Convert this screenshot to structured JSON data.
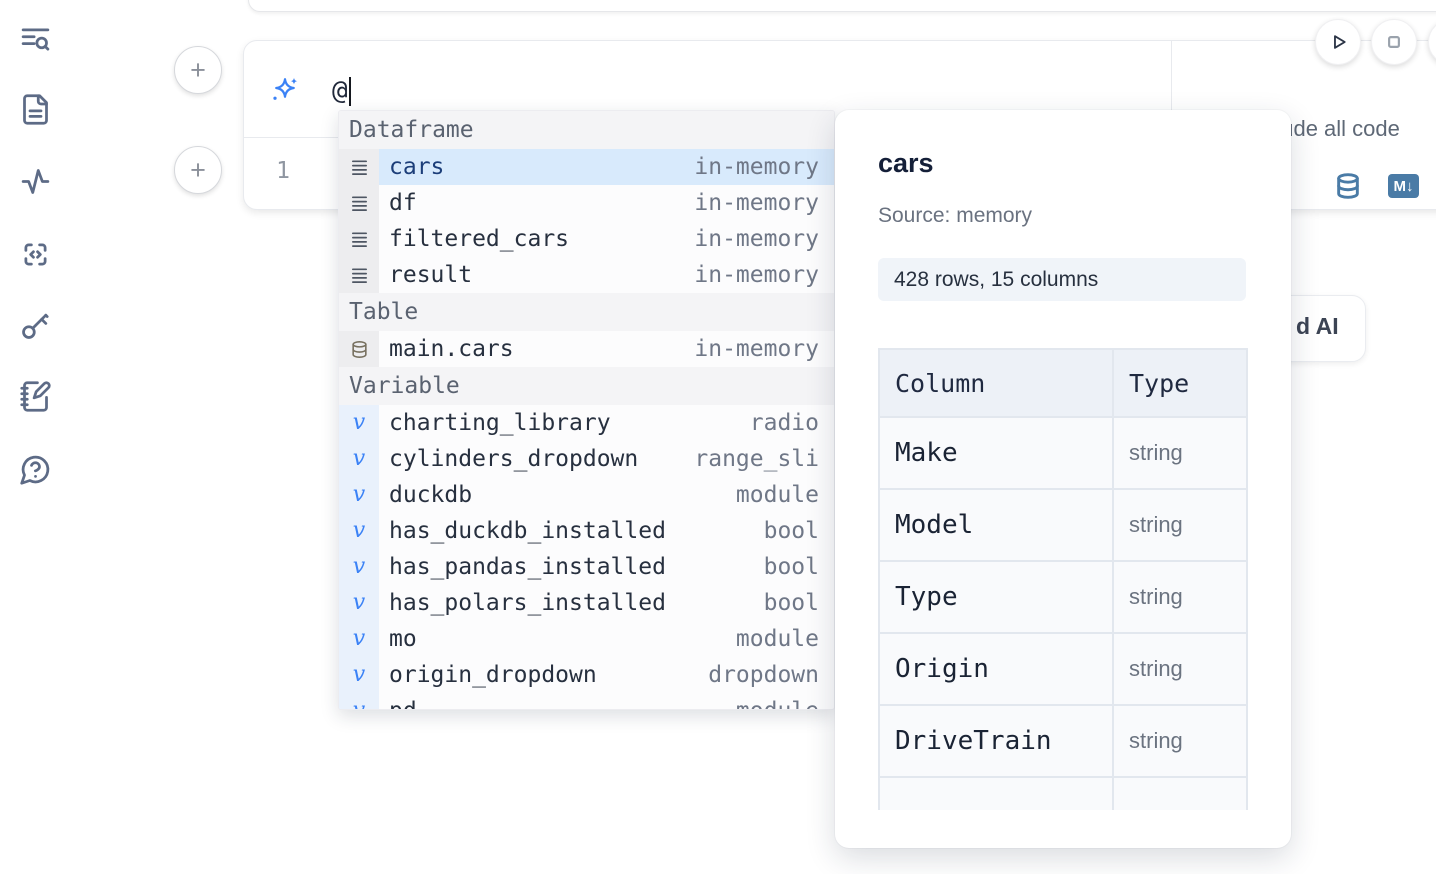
{
  "colors": {
    "accent_blue": "#3b82f6",
    "steel_blue": "#4a7ba6",
    "selection_bg": "#d8eafc"
  },
  "sidebar": {
    "icons": [
      "text-search-icon",
      "file-text-icon",
      "activity-icon",
      "code-snippet-icon",
      "key-icon",
      "notebook-pen-icon",
      "help-chat-icon"
    ]
  },
  "cell": {
    "add_button_label": "+",
    "ai_input": {
      "value": "@"
    },
    "include_all_code": {
      "label": "Include all code",
      "checked": false
    },
    "editor": {
      "line_number": "1"
    },
    "actions": {
      "markdown_badge": "M↓"
    }
  },
  "partial_ai_button": {
    "visible_text": "d AI"
  },
  "completion": {
    "sections": [
      {
        "label": "Dataframe",
        "items": [
          {
            "name": "cars",
            "type": "in-memory",
            "selected": true
          },
          {
            "name": "df",
            "type": "in-memory"
          },
          {
            "name": "filtered_cars",
            "type": "in-memory"
          },
          {
            "name": "result",
            "type": "in-memory"
          }
        ]
      },
      {
        "label": "Table",
        "items": [
          {
            "name": "main.cars",
            "type": "in-memory"
          }
        ]
      },
      {
        "label": "Variable",
        "items": [
          {
            "name": "charting_library",
            "type": "radio"
          },
          {
            "name": "cylinders_dropdown",
            "type": "range_sli"
          },
          {
            "name": "duckdb",
            "type": "module"
          },
          {
            "name": "has_duckdb_installed",
            "type": "bool"
          },
          {
            "name": "has_pandas_installed",
            "type": "bool"
          },
          {
            "name": "has_polars_installed",
            "type": "bool"
          },
          {
            "name": "mo",
            "type": "module"
          },
          {
            "name": "origin_dropdown",
            "type": "dropdown"
          },
          {
            "name": "pd",
            "type": "module"
          }
        ]
      }
    ]
  },
  "preview": {
    "title": "cars",
    "source": "Source: memory",
    "shape_badge": "428 rows, 15 columns",
    "table": {
      "headers": [
        "Column",
        "Type"
      ],
      "rows": [
        [
          "Make",
          "string"
        ],
        [
          "Model",
          "string"
        ],
        [
          "Type",
          "string"
        ],
        [
          "Origin",
          "string"
        ],
        [
          "DriveTrain",
          "string"
        ]
      ]
    }
  }
}
